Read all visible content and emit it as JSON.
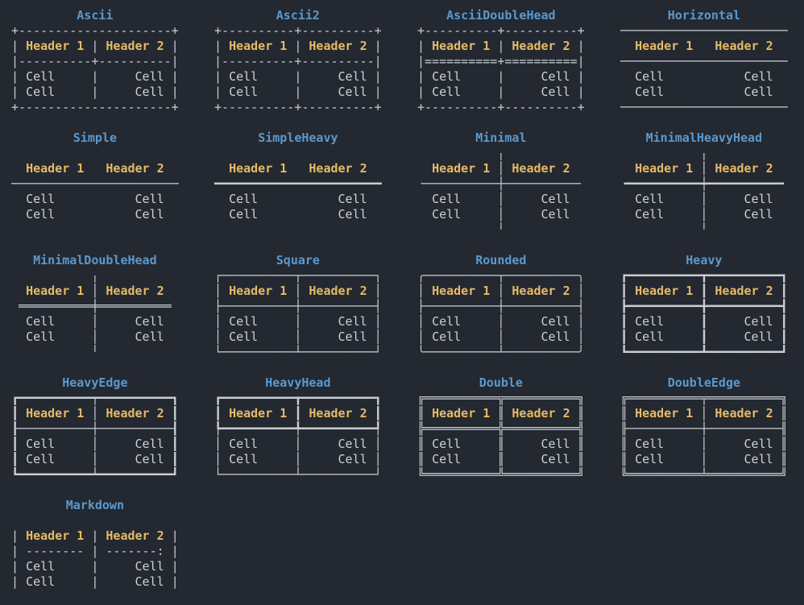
{
  "colors": {
    "background": "#232831",
    "title": "#5b99cd",
    "header": "#e6ba66",
    "cell": "#ced2d8",
    "border": "#c9cdd3"
  },
  "columns": [
    "Header 1",
    "Header 2"
  ],
  "rows": [
    [
      "Cell",
      "Cell"
    ],
    [
      "Cell",
      "Cell"
    ]
  ],
  "tables": [
    {
      "title": "Ascii",
      "frame": {
        "top": "+---------------------+",
        "head": [
          "| ",
          " | ",
          " |"
        ],
        "head_sep": "|----------+----------|",
        "row": [
          "| ",
          "     |     ",
          " |"
        ],
        "bottom": "+---------------------+"
      }
    },
    {
      "title": "Ascii2",
      "frame": {
        "top": "+----------+----------+",
        "head": [
          "| ",
          " | ",
          " |"
        ],
        "head_sep": "|----------+----------|",
        "row": [
          "| ",
          "     |     ",
          " |"
        ],
        "bottom": "+----------+----------+"
      }
    },
    {
      "title": "AsciiDoubleHead",
      "frame": {
        "top": "+----------+----------+",
        "head": [
          "| ",
          " | ",
          " |"
        ],
        "head_sep": "|==========+==========|",
        "row": [
          "| ",
          "     |     ",
          " |"
        ],
        "bottom": "+----------+----------+"
      }
    },
    {
      "title": "Horizontal",
      "frame": {
        "top": "───────────────────────",
        "head": [
          "  ",
          "   ",
          "  "
        ],
        "head_sep": "───────────────────────",
        "row": [
          "  ",
          "           ",
          "  "
        ],
        "bottom": "───────────────────────"
      }
    },
    {
      "title": "Simple",
      "frame": {
        "top": "",
        "head": [
          "  ",
          "   ",
          "  "
        ],
        "head_sep": "───────────────────────",
        "row": [
          "  ",
          "           ",
          "  "
        ],
        "bottom": ""
      }
    },
    {
      "title": "SimpleHeavy",
      "frame": {
        "top": "",
        "head": [
          "  ",
          "   ",
          "  "
        ],
        "head_sep": "━━━━━━━━━━━━━━━━━━━━━━━",
        "row": [
          "  ",
          "           ",
          "  "
        ],
        "bottom": ""
      }
    },
    {
      "title": "Minimal",
      "frame": {
        "top": "           ╷           ",
        "head": [
          "  ",
          " │ ",
          "  "
        ],
        "head_sep": "╶──────────┼──────────╴",
        "row": [
          "  ",
          "     │     ",
          "  "
        ],
        "bottom": "           ╵           "
      }
    },
    {
      "title": "MinimalHeavyHead",
      "frame": {
        "top": "           ╷           ",
        "head": [
          "  ",
          " │ ",
          "  "
        ],
        "head_sep": "╺━━━━━━━━━━┿━━━━━━━━━━╸",
        "row": [
          "  ",
          "     │     ",
          "  "
        ],
        "bottom": "           ╵           "
      }
    },
    {
      "title": "MinimalDoubleHead",
      "frame": {
        "top": "           ╷           ",
        "head": [
          "  ",
          " │ ",
          "  "
        ],
        "head_sep": " ══════════╪══════════ ",
        "row": [
          "  ",
          "     │     ",
          "  "
        ],
        "bottom": "           ╵           "
      }
    },
    {
      "title": "Square",
      "frame": {
        "top": "┌──────────┬──────────┐",
        "head": [
          "│ ",
          " │ ",
          " │"
        ],
        "head_sep": "├──────────┼──────────┤",
        "row": [
          "│ ",
          "     │     ",
          " │"
        ],
        "bottom": "└──────────┴──────────┘"
      }
    },
    {
      "title": "Rounded",
      "frame": {
        "top": "╭──────────┬──────────╮",
        "head": [
          "│ ",
          " │ ",
          " │"
        ],
        "head_sep": "├──────────┼──────────┤",
        "row": [
          "│ ",
          "     │     ",
          " │"
        ],
        "bottom": "╰──────────┴──────────╯"
      }
    },
    {
      "title": "Heavy",
      "frame": {
        "top": "┏━━━━━━━━━━┳━━━━━━━━━━┓",
        "head": [
          "┃ ",
          " ┃ ",
          " ┃"
        ],
        "head_sep": "┣━━━━━━━━━━╋━━━━━━━━━━┫",
        "row": [
          "┃ ",
          "     ┃     ",
          " ┃"
        ],
        "bottom": "┗━━━━━━━━━━┻━━━━━━━━━━┛"
      }
    },
    {
      "title": "HeavyEdge",
      "frame": {
        "top": "┏━━━━━━━━━━┯━━━━━━━━━━┓",
        "head": [
          "┃ ",
          " │ ",
          " ┃"
        ],
        "head_sep": "┠──────────┼──────────┨",
        "row": [
          "┃ ",
          "     │     ",
          " ┃"
        ],
        "bottom": "┗━━━━━━━━━━┷━━━━━━━━━━┛"
      }
    },
    {
      "title": "HeavyHead",
      "frame": {
        "top": "┏━━━━━━━━━━┳━━━━━━━━━━┓",
        "head": [
          "┃ ",
          " ┃ ",
          " ┃"
        ],
        "head_sep": "┡━━━━━━━━━━╇━━━━━━━━━━┩",
        "row": [
          "│ ",
          "     │     ",
          " │"
        ],
        "bottom": "└──────────┴──────────┘"
      }
    },
    {
      "title": "Double",
      "frame": {
        "top": "╔══════════╦══════════╗",
        "head": [
          "║ ",
          " ║ ",
          " ║"
        ],
        "head_sep": "╠══════════╬══════════╣",
        "row": [
          "║ ",
          "     ║     ",
          " ║"
        ],
        "bottom": "╚══════════╩══════════╝"
      }
    },
    {
      "title": "DoubleEdge",
      "frame": {
        "top": "╔══════════╤══════════╗",
        "head": [
          "║ ",
          " │ ",
          " ║"
        ],
        "head_sep": "╟──────────┼──────────╢",
        "row": [
          "║ ",
          "     │     ",
          " ║"
        ],
        "bottom": "╚══════════╧══════════╝"
      }
    },
    {
      "title": "Markdown",
      "frame": {
        "top": "",
        "head": [
          "| ",
          " | ",
          " |"
        ],
        "head_sep": "| -------- | -------: |",
        "row": [
          "| ",
          "     |     ",
          " |"
        ],
        "bottom": ""
      }
    }
  ]
}
